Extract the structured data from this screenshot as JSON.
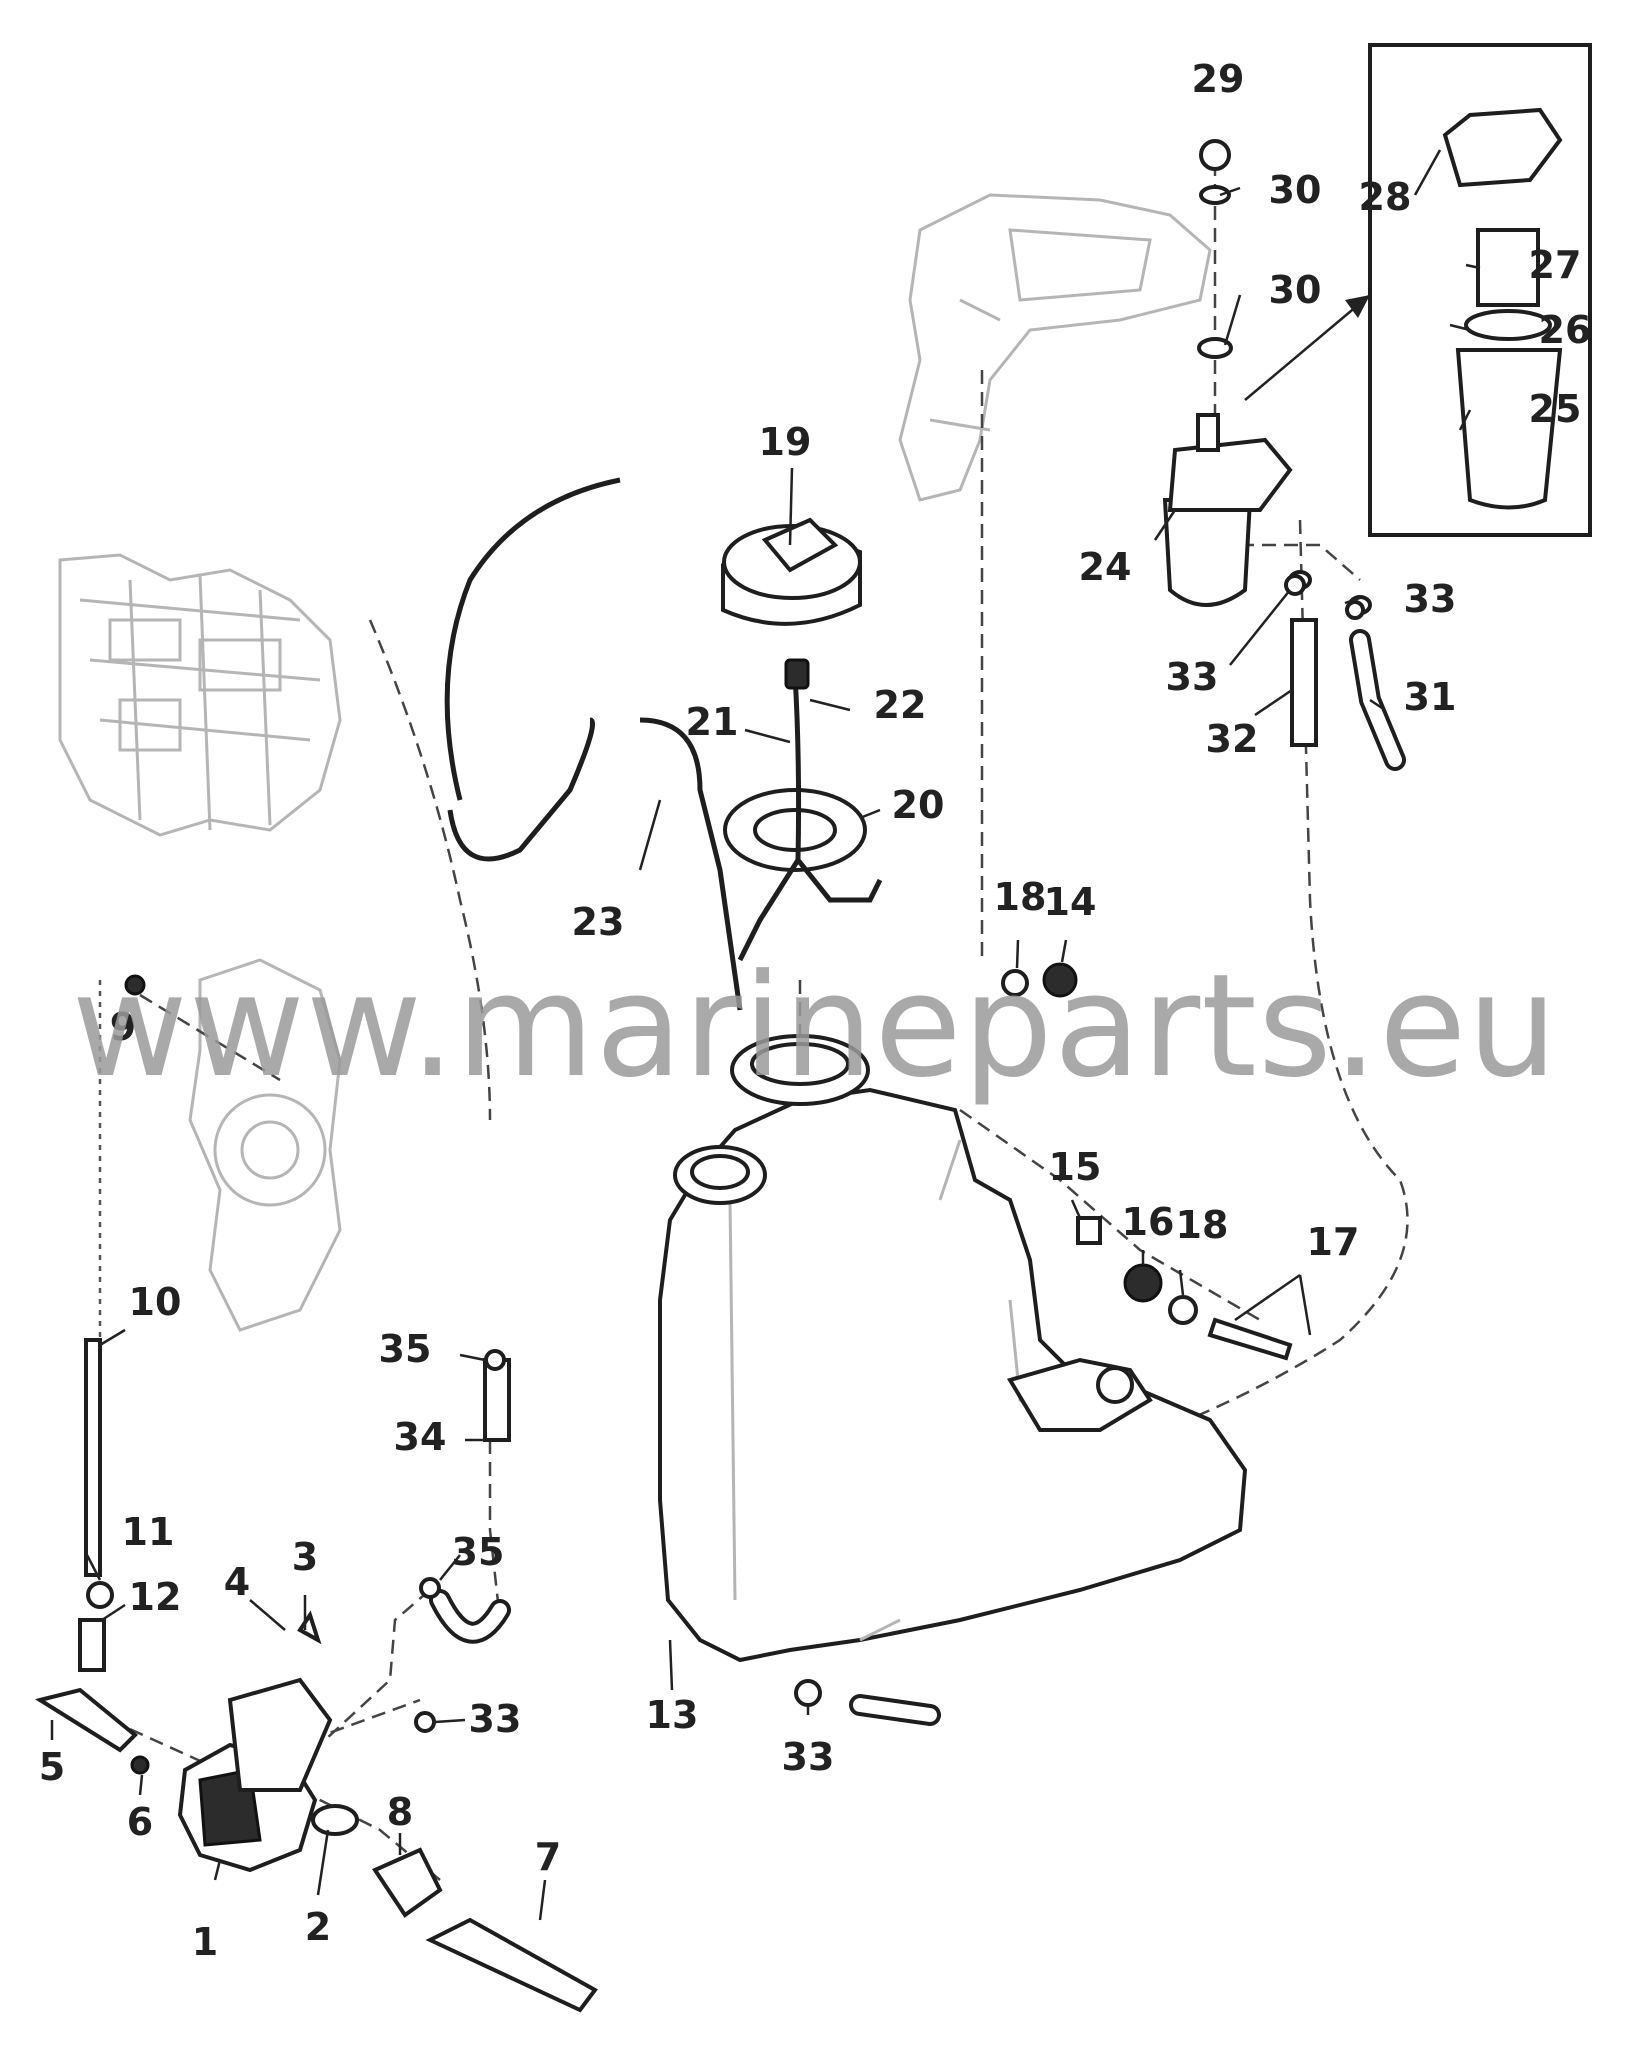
{
  "watermark": "www.marineparts.eu",
  "callouts": [
    {
      "id": "1",
      "text": "1"
    },
    {
      "id": "2",
      "text": "2"
    },
    {
      "id": "3",
      "text": "3"
    },
    {
      "id": "4",
      "text": "4"
    },
    {
      "id": "5",
      "text": "5"
    },
    {
      "id": "6",
      "text": "6"
    },
    {
      "id": "7",
      "text": "7"
    },
    {
      "id": "8",
      "text": "8"
    },
    {
      "id": "9",
      "text": "9"
    },
    {
      "id": "10",
      "text": "10"
    },
    {
      "id": "11",
      "text": "11"
    },
    {
      "id": "12",
      "text": "12"
    },
    {
      "id": "13",
      "text": "13"
    },
    {
      "id": "14",
      "text": "14"
    },
    {
      "id": "15",
      "text": "15"
    },
    {
      "id": "16",
      "text": "16"
    },
    {
      "id": "17",
      "text": "17"
    },
    {
      "id": "18a",
      "text": "18"
    },
    {
      "id": "18b",
      "text": "18"
    },
    {
      "id": "19",
      "text": "19"
    },
    {
      "id": "20",
      "text": "20"
    },
    {
      "id": "21",
      "text": "21"
    },
    {
      "id": "22",
      "text": "22"
    },
    {
      "id": "23",
      "text": "23"
    },
    {
      "id": "24",
      "text": "24"
    },
    {
      "id": "25",
      "text": "25"
    },
    {
      "id": "26",
      "text": "26"
    },
    {
      "id": "27",
      "text": "27"
    },
    {
      "id": "28",
      "text": "28"
    },
    {
      "id": "29",
      "text": "29"
    },
    {
      "id": "30a",
      "text": "30"
    },
    {
      "id": "30b",
      "text": "30"
    },
    {
      "id": "31",
      "text": "31"
    },
    {
      "id": "32",
      "text": "32"
    },
    {
      "id": "33a",
      "text": "33"
    },
    {
      "id": "33b",
      "text": "33"
    },
    {
      "id": "33c",
      "text": "33"
    },
    {
      "id": "33d",
      "text": "33"
    },
    {
      "id": "34",
      "text": "34"
    },
    {
      "id": "35a",
      "text": "35"
    },
    {
      "id": "35b",
      "text": "35"
    }
  ]
}
